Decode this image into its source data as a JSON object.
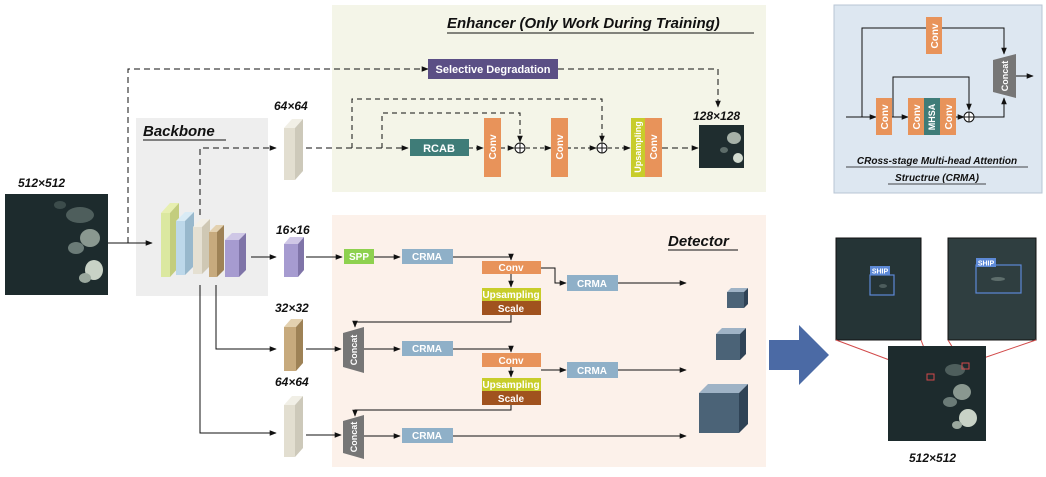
{
  "sections": {
    "enhancer_title": "Enhancer (Only Work During Training)",
    "backbone_title": "Backbone",
    "detector_title": "Detector",
    "crma_caption_line1": "CRoss-stage Multi-head Attention",
    "crma_caption_line2": "Structrue (CRMA)"
  },
  "sizes": {
    "input": "512×512",
    "output": "512×512",
    "enh_feature": "64×64",
    "enh_output": "128×128",
    "det_16": "16×16",
    "det_32": "32×32",
    "det_64": "64×64"
  },
  "blocks": {
    "selective_degradation": "Selective Degradation",
    "rcab": "RCAB",
    "conv": "Conv",
    "upsampling": "Upsampling",
    "spp": "SPP",
    "crma": "CRMA",
    "scale": "Scale",
    "concat": "Concat",
    "mhsa": "MHSA"
  },
  "labels": {
    "ship": "SHIP"
  },
  "colors": {
    "enhancer_bg": "#f4f5e8",
    "backbone_bg": "#eeeeee",
    "detector_bg": "#fcf1ea",
    "crma_bg": "#dde7f1",
    "conv": "#e8935a",
    "upsampling": "#c8cd2a",
    "rcab": "#3f7c78",
    "selective": "#5b4f85",
    "crma": "#8fb0c8",
    "spp": "#8ed14f",
    "scale": "#a0521e",
    "concat": "#767676",
    "arrow_big": "#4b6aa5",
    "zoom_box": "#d24a4a"
  }
}
